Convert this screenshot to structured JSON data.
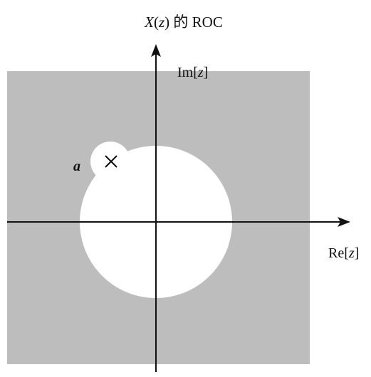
{
  "diagram": {
    "title": {
      "func": "X",
      "arg": "z",
      "suffix": " 的 ROC"
    },
    "axes": {
      "real_label": {
        "prefix": "Re[",
        "var": "z",
        "suffix": "]"
      },
      "imag_label": {
        "prefix": "Im[",
        "var": "z",
        "suffix": "]"
      }
    },
    "pole": {
      "label": "a",
      "marker": "cross-icon"
    },
    "colors": {
      "roc_region": "#bdbdbd",
      "excluded_region": "#ffffff",
      "axis": "#111111"
    }
  }
}
